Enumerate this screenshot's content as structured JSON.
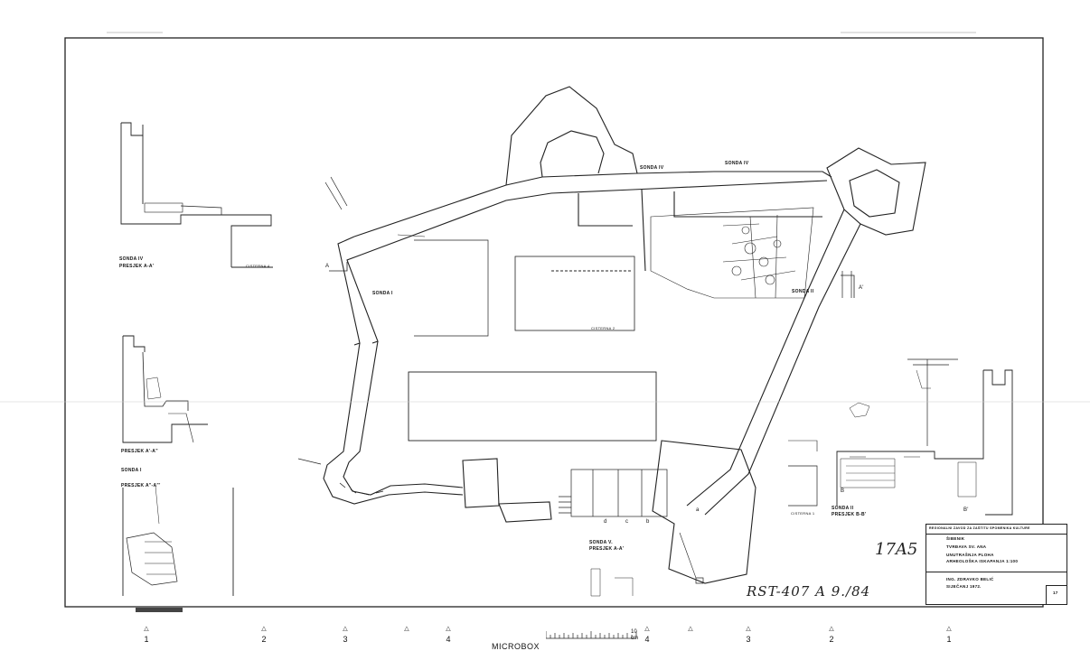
{
  "drawing": {
    "left_sections": {
      "sonda_iv_label": "SONDA IV",
      "presjek_a_a_label": "PRESJEK A-A'",
      "presjek_a_a2_label": "PRESJEK A'-A\"",
      "sonda_i_label": "SONDA I",
      "presjek_a2_a3_label": "PRESJEK A\"-A\"'"
    },
    "plan_labels": {
      "sonda_iv_1": "SONDA IV",
      "sonda_iv_2": "SONDA IV",
      "sonda_i": "SONDA I",
      "sonda_ii": "SONDA II",
      "sonda_v": "SONDA V.",
      "presjek_a_av": "PRESJEK A-A'",
      "cisterna_1": "CISTERNA 1",
      "cisterna_2": "CISTERNA 2",
      "cisterna_4": "CISTERNA 4"
    },
    "right_section": {
      "sonda_ii_label": "SONDA II",
      "presjek_b_b_label": "PRESJEK B-B'"
    },
    "letters": [
      "a",
      "b",
      "c",
      "d",
      "A",
      "A'",
      "B",
      "B'"
    ],
    "handwritten": {
      "code": "17A5",
      "archive": "RST-407 A 9./84"
    }
  },
  "title_block": {
    "institution": "REGIONALNI ZAVOD ZA ZAŠTITU SPOMENIKA KULTURE",
    "city": "ŠIBENIK",
    "object": "TVRĐAVA SV. ANA",
    "subtitle": "UNUTRAŠNJA PLOHA",
    "survey": "ARHEOLOŠKA ISKAPANJA  1:100",
    "author": "ING. ZDRAVKO BELIĆ",
    "date": "SIJEČANJ 1972.",
    "sheet_no": "17"
  },
  "film_strip": {
    "left_ticks": [
      "1",
      "2",
      "3",
      "4"
    ],
    "right_ticks": [
      "4",
      "3",
      "2",
      "1"
    ],
    "brand": "MICROBOX",
    "ruler_end": "10",
    "ruler_unit": "cm"
  }
}
